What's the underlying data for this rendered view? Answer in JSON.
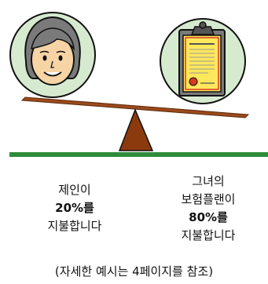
{
  "left_caption": {
    "line1": "제인이",
    "line2": "20%를",
    "line3": "지불합니다"
  },
  "right_caption": {
    "line1": "그녀의",
    "line2": "보험플랜이",
    "line3": "80%를",
    "line4": "지불합니다"
  },
  "footnote": "(자세한 예시는 4페이지를 참조)",
  "colors": {
    "circle_fill": "#d6ead0",
    "ground_line": "#2e8b3a",
    "beam": "#9c4a1c",
    "fulcrum": "#8b3a0e",
    "document": "#ffe85c",
    "seal": "#d83a20",
    "face": "#f7d4a5",
    "hair": "#7a7a7a"
  },
  "icons": {
    "left": "woman-face-icon",
    "right": "insurance-document-icon"
  }
}
